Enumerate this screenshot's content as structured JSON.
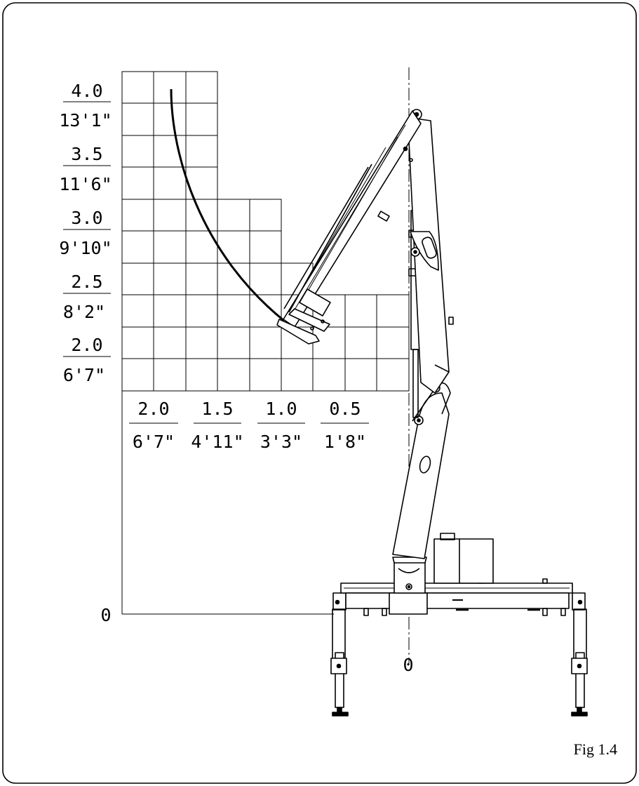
{
  "figure": {
    "caption": "Fig 1.4",
    "height_labels": [
      {
        "metric": "4.0",
        "imperial": "13'1\""
      },
      {
        "metric": "3.5",
        "imperial": "11'6\""
      },
      {
        "metric": "3.0",
        "imperial": "9'10\""
      },
      {
        "metric": "2.5",
        "imperial": "8'2\""
      },
      {
        "metric": "2.0",
        "imperial": "6'7\""
      }
    ],
    "reach_labels": [
      {
        "metric": "2.0",
        "imperial": "6'7\""
      },
      {
        "metric": "1.5",
        "imperial": "4'11\""
      },
      {
        "metric": "1.0",
        "imperial": "3'3\""
      },
      {
        "metric": "0.5",
        "imperial": "1'8\""
      }
    ],
    "origin_height_label": "0",
    "origin_reach_label": "0"
  }
}
